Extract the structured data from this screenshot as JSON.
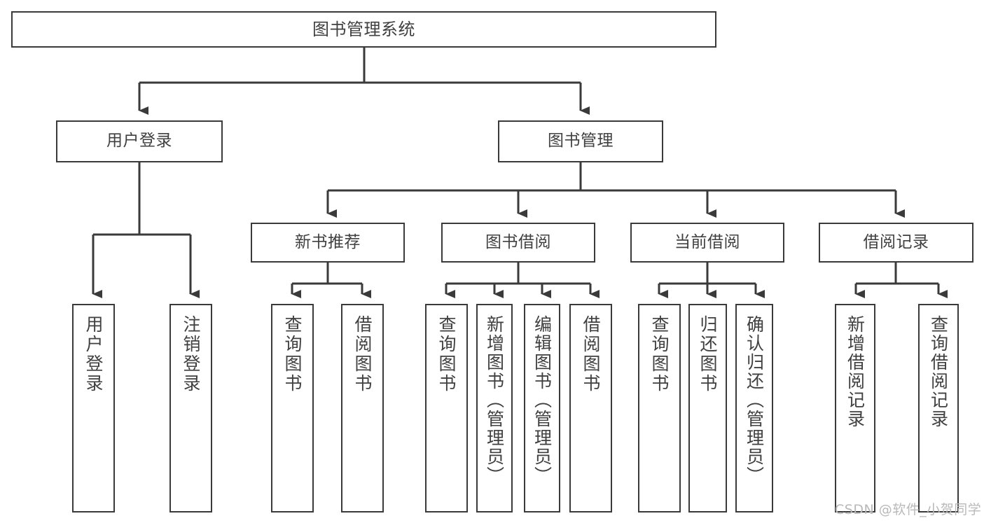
{
  "diagram": {
    "title": "图书管理系统",
    "type": "tree-hierarchy-chart",
    "stroke_color": "#3a3a3a",
    "text_color": "#404040",
    "background_color": "#ffffff",
    "nodes": {
      "root": {
        "label": "图书管理系统"
      },
      "level2": [
        {
          "id": "user-login",
          "label": "用户登录"
        },
        {
          "id": "book-manage",
          "label": "图书管理"
        }
      ],
      "level3": [
        {
          "id": "new-book-recommend",
          "label": "新书推荐"
        },
        {
          "id": "book-borrow",
          "label": "图书借阅"
        },
        {
          "id": "current-borrow",
          "label": "当前借阅"
        },
        {
          "id": "borrow-record",
          "label": "借阅记录"
        }
      ],
      "leaves": {
        "user_login": [
          {
            "id": "leaf-user-login",
            "label": "用户登录"
          },
          {
            "id": "leaf-logout-login",
            "label": "注销登录"
          }
        ],
        "new_book_recommend": [
          {
            "id": "leaf-query-book-1",
            "label": "查询图书"
          },
          {
            "id": "leaf-borrow-book-1",
            "label": "借阅图书"
          }
        ],
        "book_borrow": [
          {
            "id": "leaf-query-book-2",
            "label": "查询图书"
          },
          {
            "id": "leaf-add-book",
            "label": "新增图书（管理员）"
          },
          {
            "id": "leaf-edit-book",
            "label": "编辑图书（管理员）"
          },
          {
            "id": "leaf-borrow-book-2",
            "label": "借阅图书"
          }
        ],
        "current_borrow": [
          {
            "id": "leaf-query-book-3",
            "label": "查询图书"
          },
          {
            "id": "leaf-return-book",
            "label": "归还图书"
          },
          {
            "id": "leaf-confirm-return",
            "label": "确认归还（管理员）"
          }
        ],
        "borrow_record": [
          {
            "id": "leaf-add-record",
            "label": "新增借阅记录"
          },
          {
            "id": "leaf-query-record",
            "label": "查询借阅记录"
          }
        ]
      }
    }
  },
  "watermark": {
    "text": "CSDN @软件_小贺同学"
  }
}
